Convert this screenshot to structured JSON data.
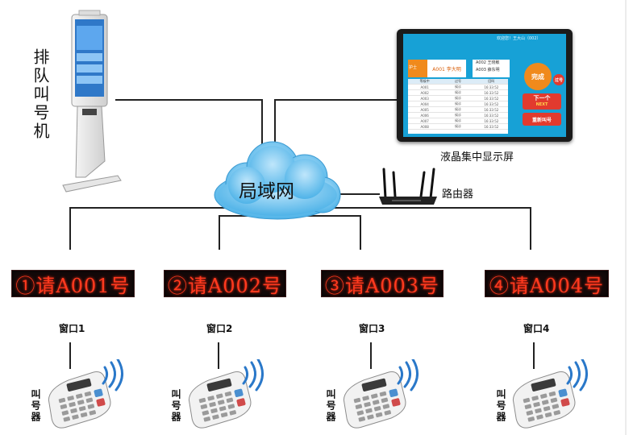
{
  "kiosk": {
    "label": "排队叫号机"
  },
  "display": {
    "label": "液晶集中显示屏",
    "screen": {
      "title": "欢迎您！王大山（002）",
      "current_tag": "护士",
      "current_number": "A001 李大明",
      "queue": [
        "A002 王晓敏",
        "A003 薛东明"
      ],
      "buttons": {
        "done": "完成",
        "skip": "过号",
        "next": "下一个",
        "next_en": "NEXT",
        "recall": "重新叫号"
      },
      "table_headers": [
        "等候中",
        "过号",
        "回叫"
      ],
      "table_rows": [
        [
          "A001",
          "候诊",
          "16:33:52"
        ],
        [
          "A002",
          "候诊",
          "16:33:52"
        ],
        [
          "A003",
          "候诊",
          "16:33:52"
        ],
        [
          "A004",
          "候诊",
          "16:33:52"
        ],
        [
          "A005",
          "候诊",
          "16:33:52"
        ],
        [
          "A006",
          "候诊",
          "16:33:52"
        ],
        [
          "A007",
          "候诊",
          "16:33:52"
        ],
        [
          "A008",
          "候诊",
          "16:33:52"
        ]
      ]
    }
  },
  "network": {
    "cloud_label": "局域网",
    "router_label": "路由器"
  },
  "windows": [
    {
      "led_text": "①请A001号",
      "label": "窗口1",
      "caller_label": "叫号器"
    },
    {
      "led_text": "②请A002号",
      "label": "窗口2",
      "caller_label": "叫号器"
    },
    {
      "led_text": "③请A003号",
      "label": "窗口3",
      "caller_label": "叫号器"
    },
    {
      "led_text": "④请A004号",
      "label": "窗口4",
      "caller_label": "叫号器"
    }
  ],
  "colors": {
    "led_text": "#ff3a1f",
    "cloud": "#4fb3e8",
    "screen": "#17a1d6",
    "accent_orange": "#f08a1c",
    "accent_red": "#e23a2e"
  }
}
